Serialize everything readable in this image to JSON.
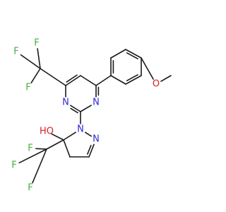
{
  "structure": {
    "atom_colors": {
      "C": "#1a1a1a",
      "N": "#2b2bd6",
      "O": "#d62020",
      "F": "#3fb23f"
    },
    "atoms": [
      {
        "id": "a1",
        "element": "N",
        "label": "N"
      },
      {
        "id": "a2",
        "element": "N",
        "label": "N"
      },
      {
        "id": "a3",
        "element": "C"
      },
      {
        "id": "a4",
        "element": "C"
      },
      {
        "id": "a5",
        "element": "C"
      },
      {
        "id": "a6",
        "element": "C"
      },
      {
        "id": "a7",
        "element": "C"
      },
      {
        "id": "a8",
        "element": "F",
        "label": "F"
      },
      {
        "id": "a9",
        "element": "F",
        "label": "F"
      },
      {
        "id": "a10",
        "element": "F",
        "label": "F"
      },
      {
        "id": "a11",
        "element": "C"
      },
      {
        "id": "a12",
        "element": "C"
      },
      {
        "id": "a13",
        "element": "C"
      },
      {
        "id": "a14",
        "element": "C"
      },
      {
        "id": "a15",
        "element": "C"
      },
      {
        "id": "a16",
        "element": "C"
      },
      {
        "id": "a17",
        "element": "O",
        "label": "O"
      },
      {
        "id": "a18",
        "element": "C"
      },
      {
        "id": "a19",
        "element": "N",
        "label": "N"
      },
      {
        "id": "a20",
        "element": "N",
        "label": "N"
      },
      {
        "id": "a21",
        "element": "C"
      },
      {
        "id": "a22",
        "element": "C"
      },
      {
        "id": "a23",
        "element": "C"
      },
      {
        "id": "a24",
        "element": "O",
        "label": "HO"
      },
      {
        "id": "a25",
        "element": "C"
      },
      {
        "id": "a26",
        "element": "F",
        "label": "F"
      },
      {
        "id": "a27",
        "element": "F",
        "label": "F"
      },
      {
        "id": "a28",
        "element": "F",
        "label": "F"
      }
    ],
    "bonds": [
      {
        "from": "a1",
        "to": "a3",
        "order": 2
      },
      {
        "from": "a3",
        "to": "a2",
        "order": 1
      },
      {
        "from": "a2",
        "to": "a4",
        "order": 2
      },
      {
        "from": "a4",
        "to": "a5",
        "order": 1
      },
      {
        "from": "a5",
        "to": "a6",
        "order": 2
      },
      {
        "from": "a6",
        "to": "a1",
        "order": 1
      },
      {
        "from": "a6",
        "to": "a7",
        "order": 1
      },
      {
        "from": "a7",
        "to": "a8",
        "order": 1
      },
      {
        "from": "a7",
        "to": "a9",
        "order": 1
      },
      {
        "from": "a7",
        "to": "a10",
        "order": 1
      },
      {
        "from": "a4",
        "to": "a11",
        "order": 1
      },
      {
        "from": "a11",
        "to": "a12",
        "order": 2
      },
      {
        "from": "a12",
        "to": "a13",
        "order": 1
      },
      {
        "from": "a13",
        "to": "a14",
        "order": 2
      },
      {
        "from": "a14",
        "to": "a15",
        "order": 1
      },
      {
        "from": "a15",
        "to": "a16",
        "order": 2
      },
      {
        "from": "a16",
        "to": "a11",
        "order": 1
      },
      {
        "from": "a14",
        "to": "a17",
        "order": 1
      },
      {
        "from": "a17",
        "to": "a18",
        "order": 1
      },
      {
        "from": "a3",
        "to": "a19",
        "order": 1
      },
      {
        "from": "a19",
        "to": "a20",
        "order": 1
      },
      {
        "from": "a20",
        "to": "a21",
        "order": 2
      },
      {
        "from": "a21",
        "to": "a22",
        "order": 1
      },
      {
        "from": "a22",
        "to": "a23",
        "order": 1
      },
      {
        "from": "a23",
        "to": "a19",
        "order": 1
      },
      {
        "from": "a23",
        "to": "a24",
        "order": 1
      },
      {
        "from": "a23",
        "to": "a25",
        "order": 1
      },
      {
        "from": "a25",
        "to": "a26",
        "order": 1
      },
      {
        "from": "a25",
        "to": "a27",
        "order": 1
      },
      {
        "from": "a25",
        "to": "a28",
        "order": 1
      }
    ]
  }
}
